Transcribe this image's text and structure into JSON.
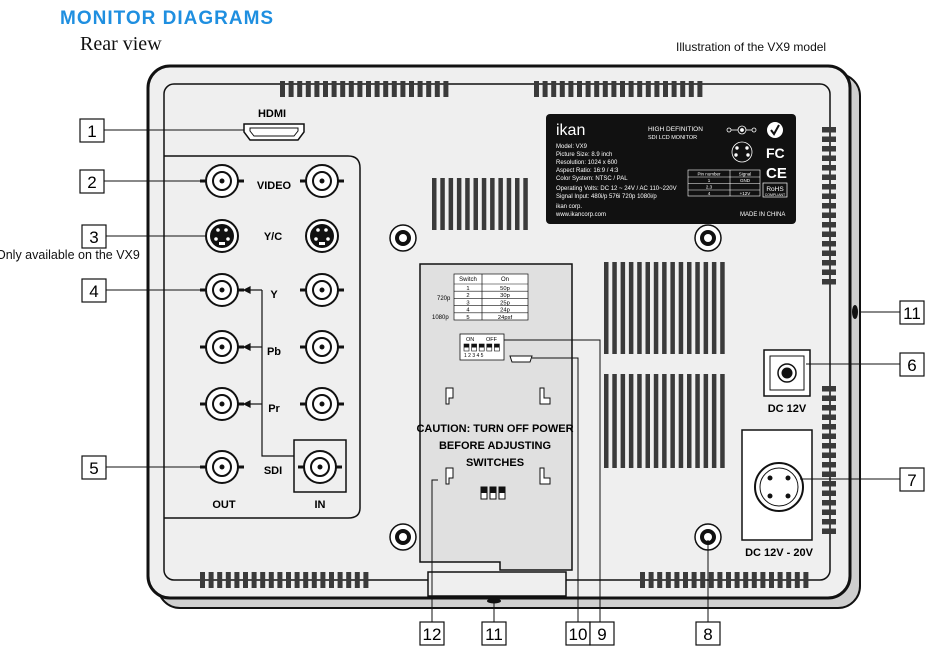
{
  "header": {
    "title": "MONITOR DIAGRAMS",
    "subtitle": "Rear view",
    "illustration_note": "Illustration of the VX9 model"
  },
  "side_note": "Only available on the VX9",
  "callouts": {
    "c1": "1",
    "c2": "2",
    "c3": "3",
    "c4": "4",
    "c5": "5",
    "c6": "6",
    "c7": "7",
    "c8": "8",
    "c9": "9",
    "c10": "10",
    "c11_right": "11",
    "c11_bottom": "11",
    "c12": "12"
  },
  "port_labels": {
    "hdmi": "HDMI",
    "video": "VIDEO",
    "yc": "Y/C",
    "y": "Y",
    "pb": "Pb",
    "pr": "Pr",
    "sdi": "SDI",
    "out": "OUT",
    "in": "IN",
    "dc12v": "DC 12V",
    "dc12_20v": "DC 12V - 20V"
  },
  "caution": {
    "line1": "CAUTION: TURN OFF POWER",
    "line2": "BEFORE ADJUSTING",
    "line3": "SWITCHES"
  },
  "switch_table": {
    "header_switch": "Switch",
    "header_on": "On",
    "group_720p": "720p",
    "group_1080p": "1080p",
    "rows": [
      {
        "num": "1",
        "on": "50p"
      },
      {
        "num": "2",
        "on": "30p"
      },
      {
        "num": "3",
        "on": "25p"
      },
      {
        "num": "4",
        "on": "24p"
      },
      {
        "num": "5",
        "on": "24psf"
      }
    ]
  },
  "dip": {
    "on": "ON",
    "off": "OFF",
    "nums": "1 2 3 4 5"
  },
  "spec_label": {
    "brand": "ikan",
    "hd_line1": "HIGH DEFINITION",
    "hd_line2": "SDI LCD MONITOR",
    "model": "Model: VX9",
    "picture_size": "Picture Size: 8.9 inch",
    "resolution": "Resolution: 1024 x 600",
    "aspect": "Aspect Ratio: 16:9 / 4:3",
    "color_system": "Color System: NTSC / PAL",
    "volts": "Operating Volts: DC 12 ~ 24V / AC 110~220V",
    "signal": "Signal Input: 480i/p 576i 720p 1080i/p",
    "company": "ikan corp.",
    "website": "www.ikancorp.com",
    "made_in": "MADE IN CHINA",
    "pin_header": "Pin number",
    "signal_header": "Signal",
    "pin_rows": [
      {
        "pin": "1",
        "signal": "GND"
      },
      {
        "pin": "2,3",
        "signal": ""
      },
      {
        "pin": "4",
        "signal": "+12V"
      }
    ],
    "fc": "FC",
    "ce": "CE",
    "rohs": "RoHS",
    "rohs_sub": "COMPLIANT"
  },
  "icons": {
    "plus_screw": "plus-screw-icon",
    "bnc": "bnc-connector-icon",
    "svideo": "svideo-connector-icon",
    "hdmi": "hdmi-port-icon",
    "xlr": "xlr-4pin-icon",
    "vent": "vent-slots-icon"
  },
  "colors": {
    "title_blue": "#1f8fe0",
    "body_fill": "#efefef",
    "vent": "#3a3a3a",
    "label_bg": "#111111"
  }
}
